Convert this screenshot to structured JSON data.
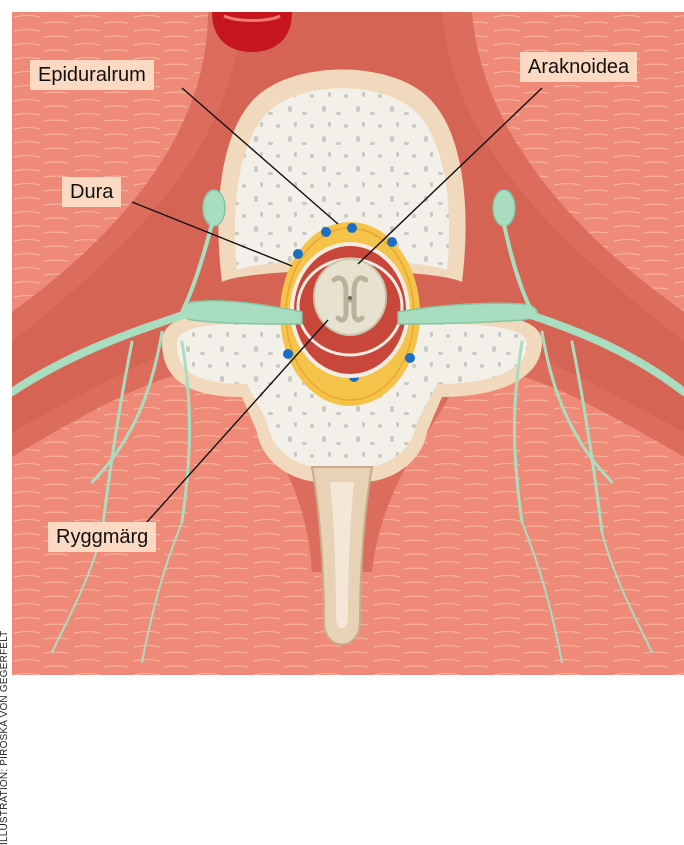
{
  "labels": {
    "epidural": "Epiduralrum",
    "arachnoid": "Araknoidea",
    "dura": "Dura",
    "spinal_cord": "Ryggmärg"
  },
  "credit": "ILLUSTRATION: PIROSKA VON GEGERFELT",
  "colors": {
    "muscle": "#f08a78",
    "fascia": "#dc6c5c",
    "bone_cortex": "#f0d9bd",
    "bone_marrow": "#f3f0ea",
    "fat": "#f5c24a",
    "nerve": "#a9ddc0",
    "vein": "#1a6fc4",
    "artery": "#c4161c",
    "label_bg": "#fbd9c2"
  }
}
